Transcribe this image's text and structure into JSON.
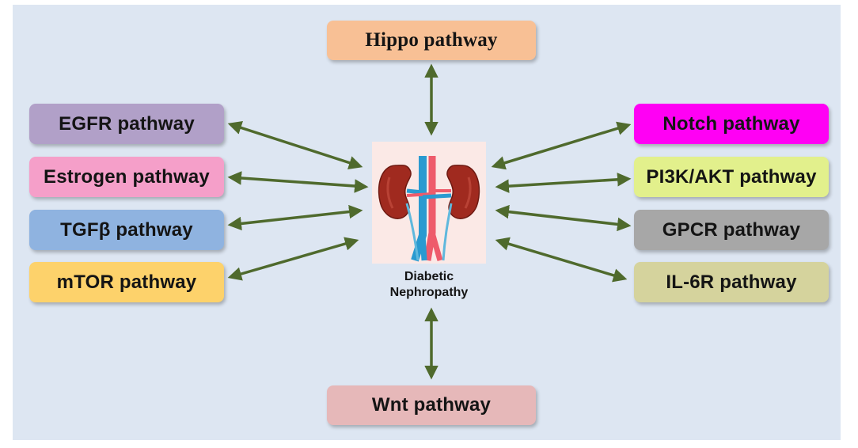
{
  "diagram": {
    "center": {
      "line1": "Diabetic",
      "line2": "Nephropathy",
      "icon": "kidney-icon"
    },
    "nodes": {
      "hippo": {
        "label": "Hippo pathway",
        "color": "#f8c095"
      },
      "egfr": {
        "label": "EGFR pathway",
        "color": "#b1a0c8"
      },
      "estrogen": {
        "label": "Estrogen pathway",
        "color": "#f59fc9"
      },
      "tgfb": {
        "label": "TGFβ pathway",
        "color": "#8fb3e0"
      },
      "mtor": {
        "label": "mTOR pathway",
        "color": "#fdd26b"
      },
      "notch": {
        "label": "Notch pathway",
        "color": "#ff00f4"
      },
      "pi3k": {
        "label": "PI3K/AKT pathway",
        "color": "#e2f08c"
      },
      "gpcr": {
        "label": "GPCR pathway",
        "color": "#a7a7a7"
      },
      "il6r": {
        "label": "IL-6R pathway",
        "color": "#d5d39d"
      },
      "wnt": {
        "label": "Wnt pathway",
        "color": "#e6b8b9"
      }
    },
    "arrow_color": "#4f6a2d",
    "background_color": "#dde6f2"
  }
}
